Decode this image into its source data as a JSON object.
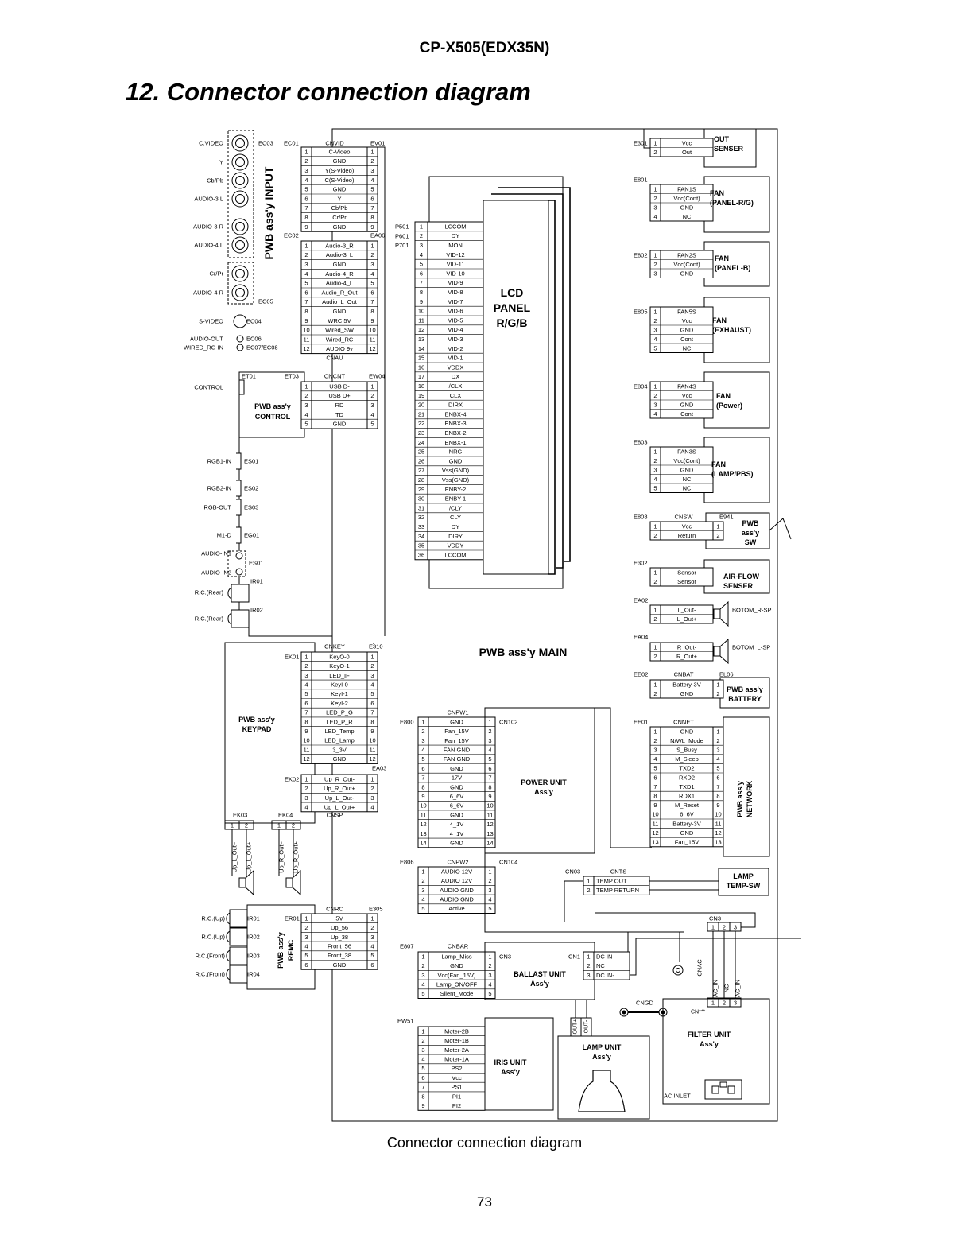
{
  "header": "CP-X505(EDX35N)",
  "section_title": "12. Connector connection diagram",
  "caption": "Connector connection diagram",
  "page_number": "73",
  "boards": {
    "input": "PWB ass'y INPUT",
    "control": [
      "PWB ass'y",
      "CONTROL"
    ],
    "keypad": [
      "PWB ass'y",
      "KEYPAD"
    ],
    "remc": [
      "PWB ass'y",
      "REMC"
    ],
    "main": "PWB ass'y MAIN",
    "lcd": [
      "LCD",
      "PANEL",
      "R/G/B"
    ],
    "power": [
      "POWER UNIT",
      "Ass'y"
    ],
    "ballast": [
      "BALLAST UNIT",
      "Ass'y"
    ],
    "iris": [
      "IRIS UNIT",
      "Ass'y"
    ],
    "lamp": [
      "LAMP UNIT",
      "Ass'y"
    ],
    "filter": [
      "FILTER UNIT",
      "Ass'y"
    ],
    "network": [
      "PWB ass'y",
      "NETWORK"
    ],
    "battery": [
      "PWB ass'y",
      "BATTERY"
    ],
    "sw": [
      "PWB",
      "ass'y",
      "SW"
    ],
    "lamp_temp": [
      "LAMP",
      "TEMP-SW"
    ],
    "ac_inlet": "AC INLET"
  },
  "jacks": [
    "C.VIDEO",
    "Y",
    "Cb/Pb",
    "AUDIO-3 L",
    "AUDIO-3 R",
    "AUDIO-4 L",
    "Cr/Pr",
    "AUDIO-4 R",
    "S-VIDEO",
    "AUDIO-OUT",
    "WIRED_RC-IN",
    "CONTROL",
    "RGB1-IN",
    "RGB2-IN",
    "RGB-OUT",
    "M1-D",
    "AUDIO-IN1",
    "AUDIO-IN2",
    "R.C.(Rear)",
    "R.C.(Rear)"
  ],
  "jack_refs": [
    "EC03",
    "EC02",
    "EC05",
    "EC04",
    "EC06",
    "EC07/EC08",
    "ET01",
    "ES01",
    "ES02",
    "ES03",
    "EG01",
    "ES01",
    "IR01",
    "IR02"
  ],
  "cnvid": {
    "left": "EC01",
    "name": "CNVID",
    "right": "EV01",
    "pins": [
      "C-Video",
      "GND",
      "Y(S-Video)",
      "C(S-Video)",
      "GND",
      "Y",
      "Cb/Pb",
      "Cr/Pr",
      "GND"
    ]
  },
  "cnau": {
    "left": "EC02",
    "right": "EA06",
    "name": "CNAU",
    "pins": [
      "Audio-3_R",
      "Audio-3_L",
      "GND",
      "Audio-4_R",
      "Audio-4_L",
      "Audio_R_Out",
      "Audio_L_Out",
      "GND",
      "WRC 5V",
      "Wired_SW",
      "Wired_RC",
      "AUDIO 9v"
    ]
  },
  "cncnt": {
    "left": "ET03",
    "name": "CNCNT",
    "right": "EW04",
    "pins": [
      "USB D-",
      "USB D+",
      "RD",
      "TD",
      "GND"
    ]
  },
  "lcd_refs": [
    "P501",
    "P601",
    "P701"
  ],
  "lcd_pins": [
    "LCCOM",
    "DY",
    "MON",
    "VID-12",
    "VID-11",
    "VID-10",
    "VID-9",
    "VID-8",
    "VID-7",
    "VID-6",
    "VID-5",
    "VID-4",
    "VID-3",
    "VID-2",
    "VID-1",
    "VDDX",
    "DX",
    "/CLX",
    "CLX",
    "DIRX",
    "ENBX-4",
    "ENBX-3",
    "ENBX-2",
    "ENBX-1",
    "NRG",
    "GND",
    "Vss(GND)",
    "Vss(GND)",
    "ENBY-2",
    "ENBY-1",
    "/CLY",
    "CLY",
    "DY",
    "DIRY",
    "VDDY",
    "LCCOM"
  ],
  "cnkey": {
    "left": "EK01",
    "name": "CNKEY",
    "right": "E310",
    "pins": [
      "KeyO-0",
      "KeyO-1",
      "LED_IF",
      "KeyI-0",
      "KeyI-1",
      "KeyI-2",
      "LED_P_G",
      "LED_P_R",
      "LED_Temp",
      "LED_Lamp",
      "3_3V",
      "GND"
    ]
  },
  "cnsp": {
    "left": "EK02",
    "name": "CNSP",
    "right": "EA03",
    "pins": [
      "Up_R_Out-",
      "Up_R_Out+",
      "Up_L_Out-",
      "Up_L_Out+"
    ]
  },
  "ek03": {
    "ref": "EK03",
    "pins": [
      "1",
      "2"
    ],
    "labels": [
      "Up_L_Out−",
      "Up_L_Out+"
    ]
  },
  "ek04": {
    "ref": "EK04",
    "pins": [
      "1",
      "2"
    ],
    "labels": [
      "Up_R_Out−",
      "Up_R_Out+"
    ]
  },
  "cnrc": {
    "left": "ER01",
    "name": "CNRC",
    "right": "E305",
    "pins": [
      "5V",
      "Up_56",
      "Up_38",
      "Front_56",
      "Front_38",
      "GND"
    ]
  },
  "rc_jacks": [
    "R.C.(Up)",
    "R.C.(Up)",
    "R.C.(Front)",
    "R.C.(Front)"
  ],
  "rc_refs": [
    "IR01",
    "IR02",
    "IR03",
    "IR04"
  ],
  "cnpw1": {
    "left": "E800",
    "name": "CNPW1",
    "right": "CN102",
    "pins": [
      "GND",
      "Fan_15V",
      "Fan_15V",
      "FAN GND",
      "FAN GND",
      "GND",
      "17V",
      "GND",
      "6_6V",
      "6_6V",
      "GND",
      "4_1V",
      "4_1V",
      "GND"
    ]
  },
  "cnpw2": {
    "left": "E806",
    "name": "CNPW2",
    "right": "CN104",
    "pins": [
      "AUDIO 12V",
      "AUDIO 12V",
      "AUDIO GND",
      "AUDIO GND",
      "Active"
    ]
  },
  "cnbar": {
    "left": "E807",
    "name": "CNBAR",
    "right": "CN3",
    "pins": [
      "Lamp_Miss",
      "GND",
      "Vcc(Fan_15V)",
      "Lamp_ON/OFF",
      "Silent_Mode"
    ]
  },
  "iris": {
    "ref": "EW51",
    "pins": [
      "Moter-2B",
      "Moter-1B",
      "Moter-2A",
      "Moter-1A",
      "PS2",
      "Vcc",
      "PS1",
      "PI1",
      "PI2"
    ]
  },
  "cnts": {
    "left": "CN03",
    "name": "CNTS",
    "pins": [
      "TEMP OUT",
      "TEMP RETURN"
    ]
  },
  "cn1": {
    "ref": "CN1",
    "pins": [
      "DC IN+",
      "NC",
      "DC IN-"
    ]
  },
  "lamp_out": [
    "OUT+",
    "OUT-"
  ],
  "cn3_top": {
    "ref": "CN3",
    "pins": [
      "1",
      "2",
      "3"
    ]
  },
  "cnac": "CNAC",
  "cn_bottom": {
    "ref": "CN***",
    "labels": [
      "AC_IN",
      "NC",
      "AC_IN"
    ],
    "pins": [
      "1",
      "2",
      "3"
    ]
  },
  "cngd": "CNGD",
  "e301": {
    "ref": "E301",
    "pins": [
      "Vcc",
      "Out"
    ],
    "title": [
      "OUT",
      "SENSER"
    ]
  },
  "e801": {
    "ref": "E801",
    "pins": [
      "FAN1S",
      "Vcc(Cont)",
      "GND",
      "NC"
    ],
    "title": [
      "FAN",
      "(PANEL-R/G)"
    ]
  },
  "e802": {
    "ref": "E802",
    "pins": [
      "FAN2S",
      "Vcc(Cont)",
      "GND"
    ],
    "title": [
      "FAN",
      "(PANEL-B)"
    ]
  },
  "e805": {
    "ref": "E805",
    "pins": [
      "FAN5S",
      "Vcc",
      "GND",
      "Cont",
      "NC"
    ],
    "title": [
      "FAN",
      "(EXHAUST)"
    ]
  },
  "e804": {
    "ref": "E804",
    "pins": [
      "FAN4S",
      "Vcc",
      "GND",
      "Cont"
    ],
    "title": [
      "FAN",
      "(Power)"
    ]
  },
  "e803": {
    "ref": "E803",
    "pins": [
      "FAN3S",
      "Vcc(Cont)",
      "GND",
      "NC",
      "NC"
    ],
    "title": [
      "FAN",
      "(LAMP/PBS)"
    ]
  },
  "e808": {
    "ref": "E808",
    "name": "CNSW",
    "right": "E941",
    "pins": [
      "Vcc",
      "Return"
    ]
  },
  "e302": {
    "ref": "E302",
    "pins": [
      "Sensor",
      "Sensor"
    ],
    "title": [
      "AIR-FLOW",
      "SENSER"
    ]
  },
  "ea02": {
    "ref": "EA02",
    "pins": [
      "L_Out-",
      "L_Out+"
    ],
    "speaker": "BOTOM_R-SP"
  },
  "ea04": {
    "ref": "EA04",
    "pins": [
      "R_Out-",
      "R_Out+"
    ],
    "speaker": "BOTOM_L-SP"
  },
  "ee02": {
    "ref": "EE02",
    "name": "CNBAT",
    "right": "EL06",
    "pins": [
      "Battery-3V",
      "GND"
    ]
  },
  "ee01": {
    "ref": "EE01",
    "name": "CNNET",
    "pins": [
      "GND",
      "N/WL_Mode",
      "S_Busy",
      "M_Sleep",
      "TXD2",
      "RXD2",
      "TXD1",
      "RDX1",
      "M_Reset",
      "6_6V",
      "Battery-3V",
      "GND",
      "Fan_15V"
    ]
  }
}
